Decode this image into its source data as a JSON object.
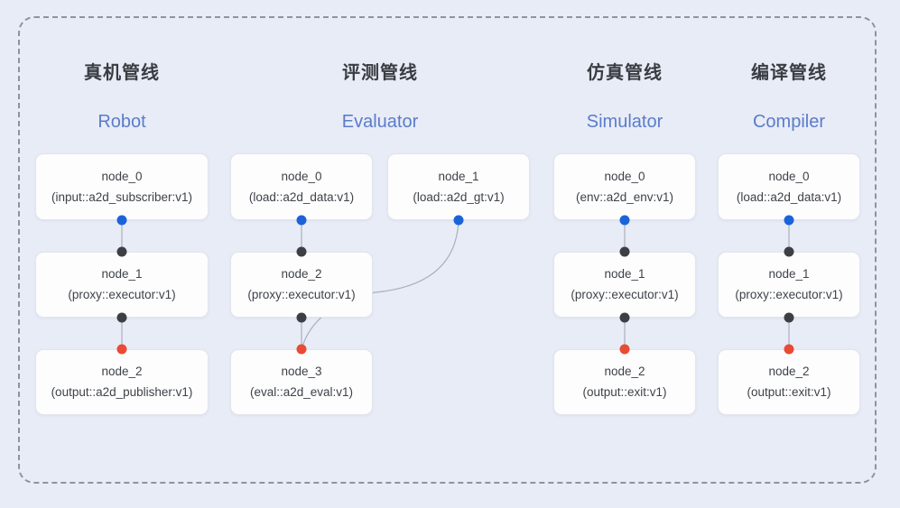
{
  "frame": {
    "style": "dashed-rounded-border"
  },
  "colors": {
    "background": "#e8ecf7",
    "title_zh": "#393c41",
    "title_en": "#5b7cc9",
    "dot_blue": "#1c63da",
    "dot_black": "#3d4043",
    "dot_red": "#e94b33",
    "wire": "#a8b0bd",
    "node_fill": "#fdfdfe"
  },
  "pipelines": [
    {
      "title_zh": "真机管线",
      "title_en": "Robot",
      "nodes": [
        {
          "name": "node_0",
          "impl": "(input::a2d_subscriber:v1)"
        },
        {
          "name": "node_1",
          "impl": "(proxy::executor:v1)"
        },
        {
          "name": "node_2",
          "impl": "(output::a2d_publisher:v1)"
        }
      ]
    },
    {
      "title_zh": "评测管线",
      "title_en": "Evaluator",
      "nodes": [
        {
          "name": "node_0",
          "impl": "(load::a2d_data:v1)"
        },
        {
          "name": "node_1",
          "impl": "(load::a2d_gt:v1)"
        },
        {
          "name": "node_2",
          "impl": "(proxy::executor:v1)"
        },
        {
          "name": "node_3",
          "impl": "(eval::a2d_eval:v1)"
        }
      ]
    },
    {
      "title_zh": "仿真管线",
      "title_en": "Simulator",
      "nodes": [
        {
          "name": "node_0",
          "impl": "(env::a2d_env:v1)"
        },
        {
          "name": "node_1",
          "impl": "(proxy::executor:v1)"
        },
        {
          "name": "node_2",
          "impl": "(output::exit:v1)"
        }
      ]
    },
    {
      "title_zh": "编译管线",
      "title_en": "Compiler",
      "nodes": [
        {
          "name": "node_0",
          "impl": "(load::a2d_data:v1)"
        },
        {
          "name": "node_1",
          "impl": "(proxy::executor:v1)"
        },
        {
          "name": "node_2",
          "impl": "(output::exit:v1)"
        }
      ]
    }
  ],
  "edges": [
    {
      "from": "Robot/node_0",
      "to": "Robot/node_1"
    },
    {
      "from": "Robot/node_1",
      "to": "Robot/node_2"
    },
    {
      "from": "Evaluator/node_0",
      "to": "Evaluator/node_2"
    },
    {
      "from": "Evaluator/node_1",
      "to": "Evaluator/node_3"
    },
    {
      "from": "Evaluator/node_2",
      "to": "Evaluator/node_3"
    },
    {
      "from": "Simulator/node_0",
      "to": "Simulator/node_1"
    },
    {
      "from": "Simulator/node_1",
      "to": "Simulator/node_2"
    },
    {
      "from": "Compiler/node_0",
      "to": "Compiler/node_1"
    },
    {
      "from": "Compiler/node_1",
      "to": "Compiler/node_2"
    }
  ]
}
